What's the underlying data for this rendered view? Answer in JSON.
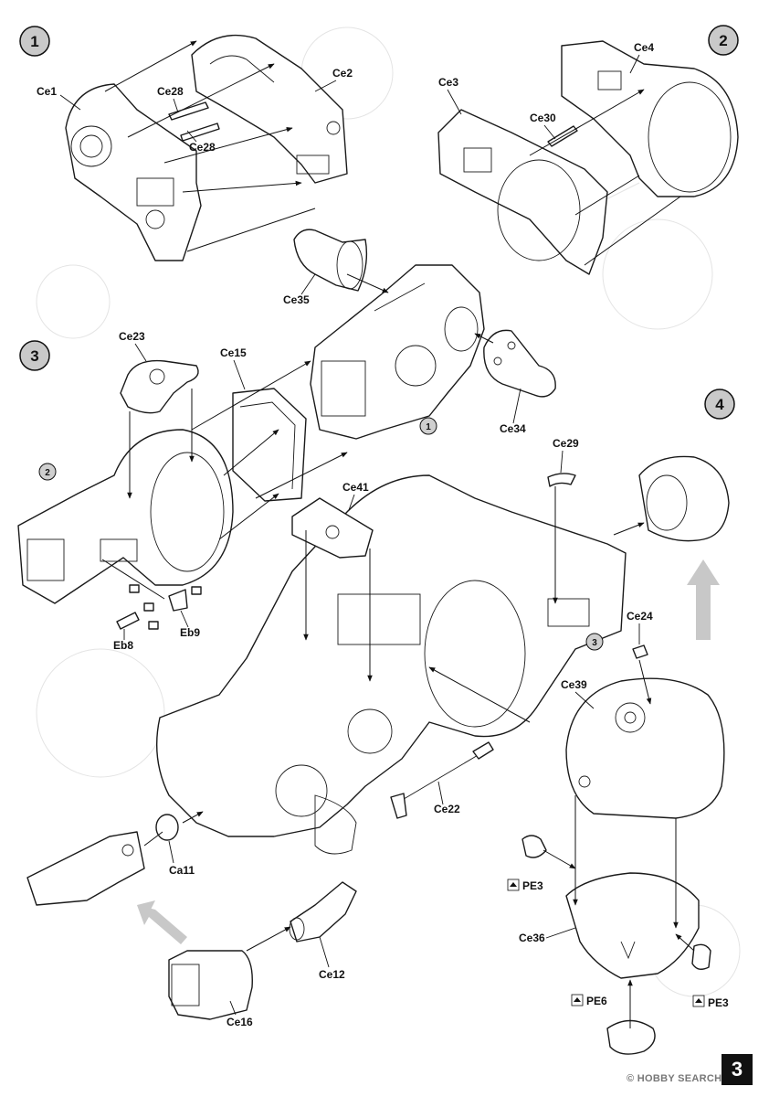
{
  "steps": [
    {
      "number": "1",
      "labels": [
        "Ce1",
        "Ce28",
        "Ce28",
        "Ce2"
      ]
    },
    {
      "number": "2",
      "labels": [
        "Ce3",
        "Ce4",
        "Ce30"
      ]
    },
    {
      "number": "3",
      "labels": [
        "Ce35",
        "Ce23",
        "Ce15",
        "Ce34",
        "Eb8",
        "Eb9"
      ]
    },
    {
      "number": "4",
      "labels": [
        "Ce29",
        "Ce41",
        "Ce24",
        "Ce39",
        "Ce22",
        "Ca11",
        "Ce12",
        "Ce16",
        "PE3",
        "PE3",
        "PE6",
        "Ce36"
      ]
    }
  ],
  "subassembly_refs": {
    "ref_1": "1",
    "ref_2": "2",
    "ref_3": "3"
  },
  "page_number": "3",
  "watermark": "© HOBBY SEARCH",
  "colors": {
    "ink": "#1a1a1a",
    "arrow_gray": "#c8c8c8",
    "background": "#ffffff"
  }
}
